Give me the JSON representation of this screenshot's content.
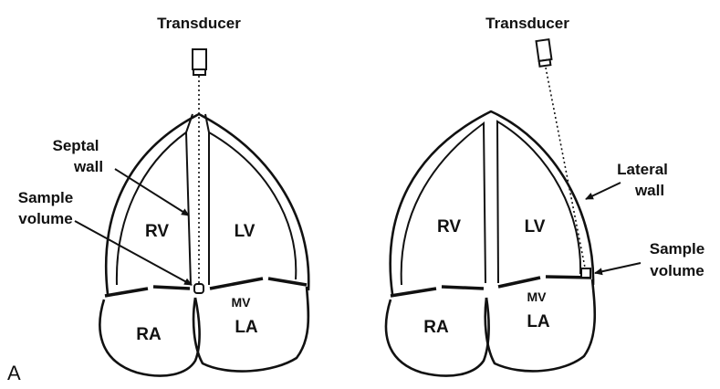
{
  "panel_letter": "A",
  "left": {
    "transducer": "Transducer",
    "septal_wall": [
      "Septal",
      "wall"
    ],
    "sample_volume": [
      "Sample",
      "volume"
    ],
    "chambers": {
      "rv": "RV",
      "lv": "LV",
      "ra": "RA",
      "la": "LA",
      "mv": "MV"
    }
  },
  "right": {
    "transducer": "Transducer",
    "lateral_wall": [
      "Lateral",
      "wall"
    ],
    "sample_volume": [
      "Sample",
      "volume"
    ],
    "chambers": {
      "rv": "RV",
      "lv": "LV",
      "ra": "RA",
      "la": "LA",
      "mv": "MV"
    }
  }
}
